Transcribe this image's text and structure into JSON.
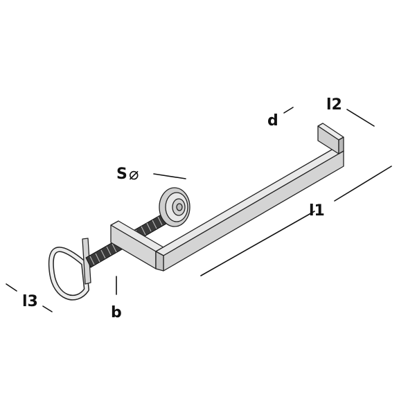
{
  "labels": {
    "l1": "l1",
    "l2": "l2",
    "l3": "l3",
    "b": "b",
    "d": "d",
    "s": "S",
    "diameter_symbol": "⌀"
  },
  "colors": {
    "face_light": "#e6e6e6",
    "face_mid": "#d0d0d0",
    "face_dark": "#b4b4b4",
    "line": "#111111"
  }
}
